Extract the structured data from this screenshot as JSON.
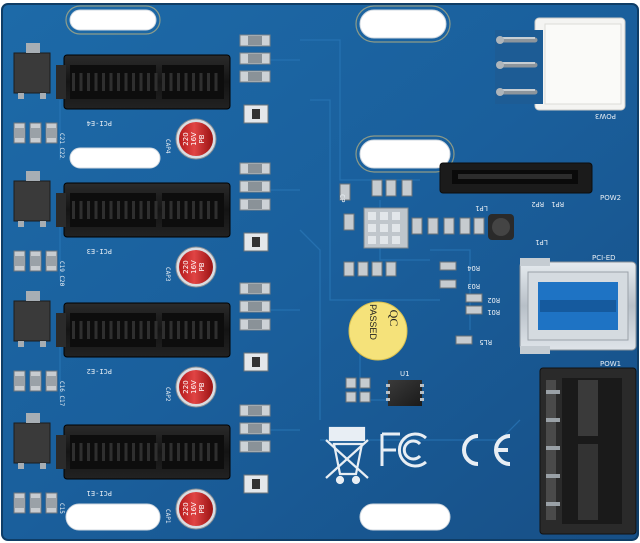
{
  "board": {
    "slots": [
      {
        "label": "PCI-E4",
        "cap": "CAP4",
        "cap_lines": [
          "220",
          "16V",
          "PB"
        ]
      },
      {
        "label": "PCI-E3",
        "cap": "CAP3",
        "cap_lines": [
          "220",
          "16V",
          "PB"
        ]
      },
      {
        "label": "PCI-E2",
        "cap": "CAP2",
        "cap_lines": [
          "220",
          "16V",
          "PB"
        ]
      },
      {
        "label": "PCI-E1",
        "cap": "CAP1",
        "cap_lines": [
          "220",
          "16V",
          "PB"
        ]
      }
    ],
    "left_caps": [
      {
        "label": "C21 C22"
      },
      {
        "label": "C19 C20"
      },
      {
        "label": "C16 C17"
      },
      {
        "label": "C15"
      }
    ],
    "connectors": {
      "pow3": "POW3",
      "pow2": "POW2",
      "pow1": "POW1",
      "pci_ed": "PCI-ED"
    },
    "components": {
      "lp1": "LP1",
      "rp2": "RP2",
      "rp1": "RP1",
      "lp2": "LP1",
      "ro4": "RO4",
      "ro3": "RO3",
      "ro1": "RO1",
      "ro2": "RO2",
      "rl5": "RL5",
      "u1": "U1",
      "cp": "CP"
    },
    "qc_sticker": {
      "line1": "QC",
      "line2": "PASSED"
    },
    "cert": {
      "fc": "FC",
      "ce": "CE"
    }
  }
}
